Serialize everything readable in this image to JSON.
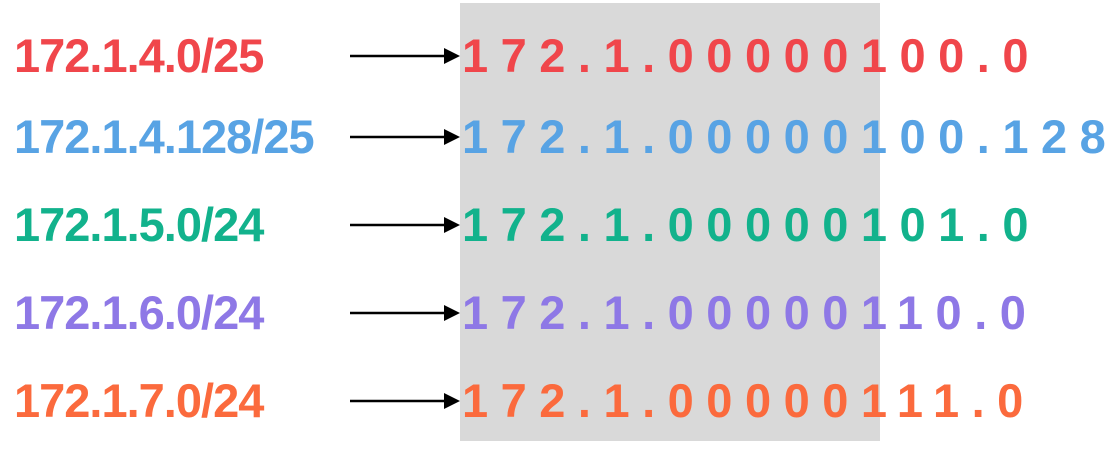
{
  "colors": {
    "highlight": "#d9d9d9",
    "arrow": "#000000"
  },
  "rows": [
    {
      "prefix": "172.1.4.0/25",
      "binary": "172.1.00000100.0",
      "color": "#f0464b"
    },
    {
      "prefix": "172.1.4.128/25",
      "binary": "172.1.00000100.128",
      "color": "#58a3e4"
    },
    {
      "prefix": "172.1.5.0/24",
      "binary": "172.1.00000101.0",
      "color": "#12b28c"
    },
    {
      "prefix": "172.1.6.0/24",
      "binary": "172.1.00000110.0",
      "color": "#8e78e6"
    },
    {
      "prefix": "172.1.7.0/24",
      "binary": "172.1.00000111.0",
      "color": "#fb6a3d"
    }
  ]
}
